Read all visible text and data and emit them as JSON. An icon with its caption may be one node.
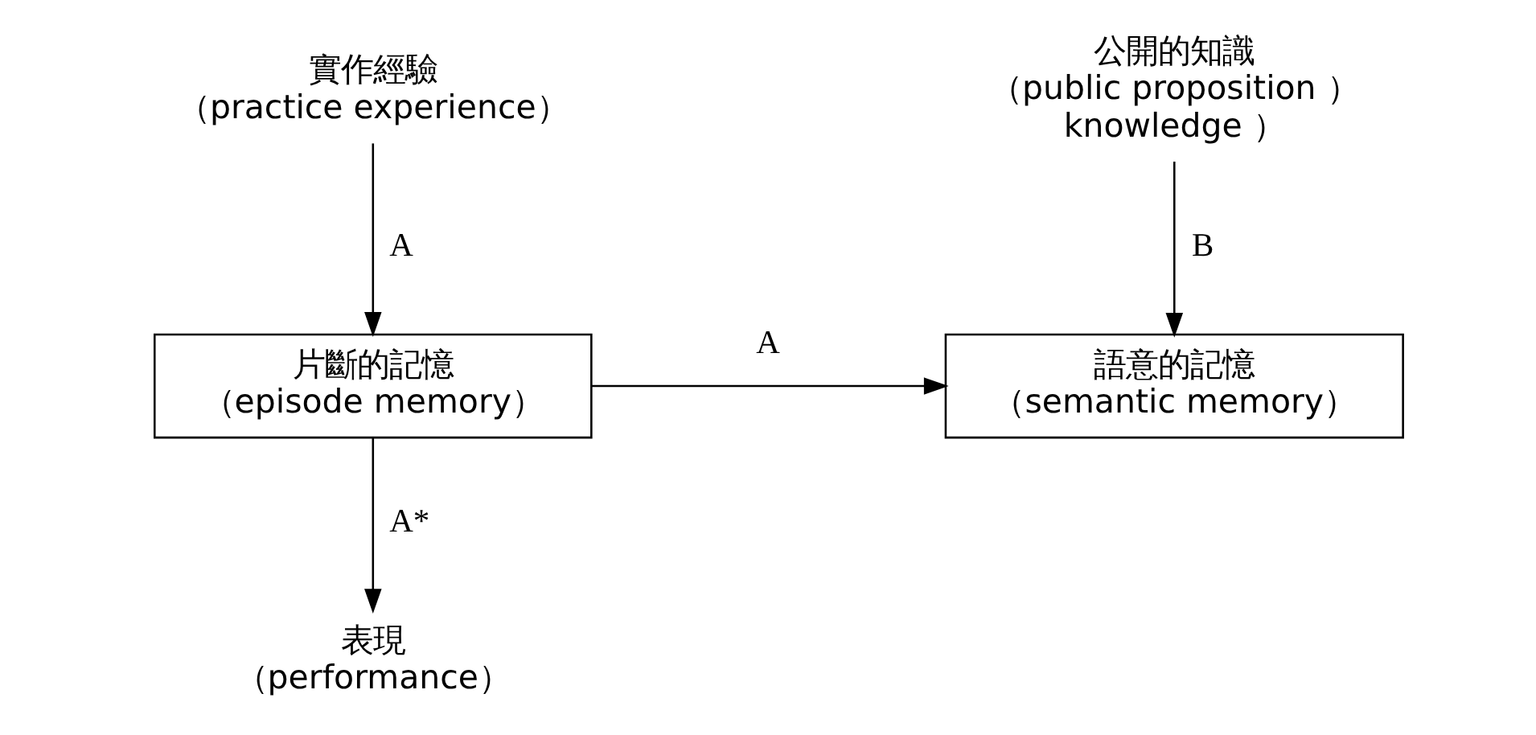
{
  "diagram": {
    "nodes": [
      {
        "text": [
          "實作經驗",
          "（practice experience）"
        ]
      },
      {
        "text": [
          "片斷的記憶",
          "（episode memory）"
        ]
      },
      {
        "text": [
          "語意的記憶",
          "（semantic memory）"
        ]
      },
      {
        "text": [
          "公開的知識",
          "（public proposition ）",
          "knowledge ）"
        ]
      },
      {
        "text": [
          "表現",
          "（performance）"
        ]
      }
    ],
    "edges": [
      {
        "from": 0,
        "to": 1,
        "arrow": "to",
        "label": "A"
      },
      {
        "from": 1,
        "to": 2,
        "arrow": "to",
        "label": "A"
      },
      {
        "from": 3,
        "to": 2,
        "arrow": "to",
        "label": "B"
      },
      {
        "from": 1,
        "to": 4,
        "arrow": "to",
        "label": "A*"
      }
    ]
  }
}
